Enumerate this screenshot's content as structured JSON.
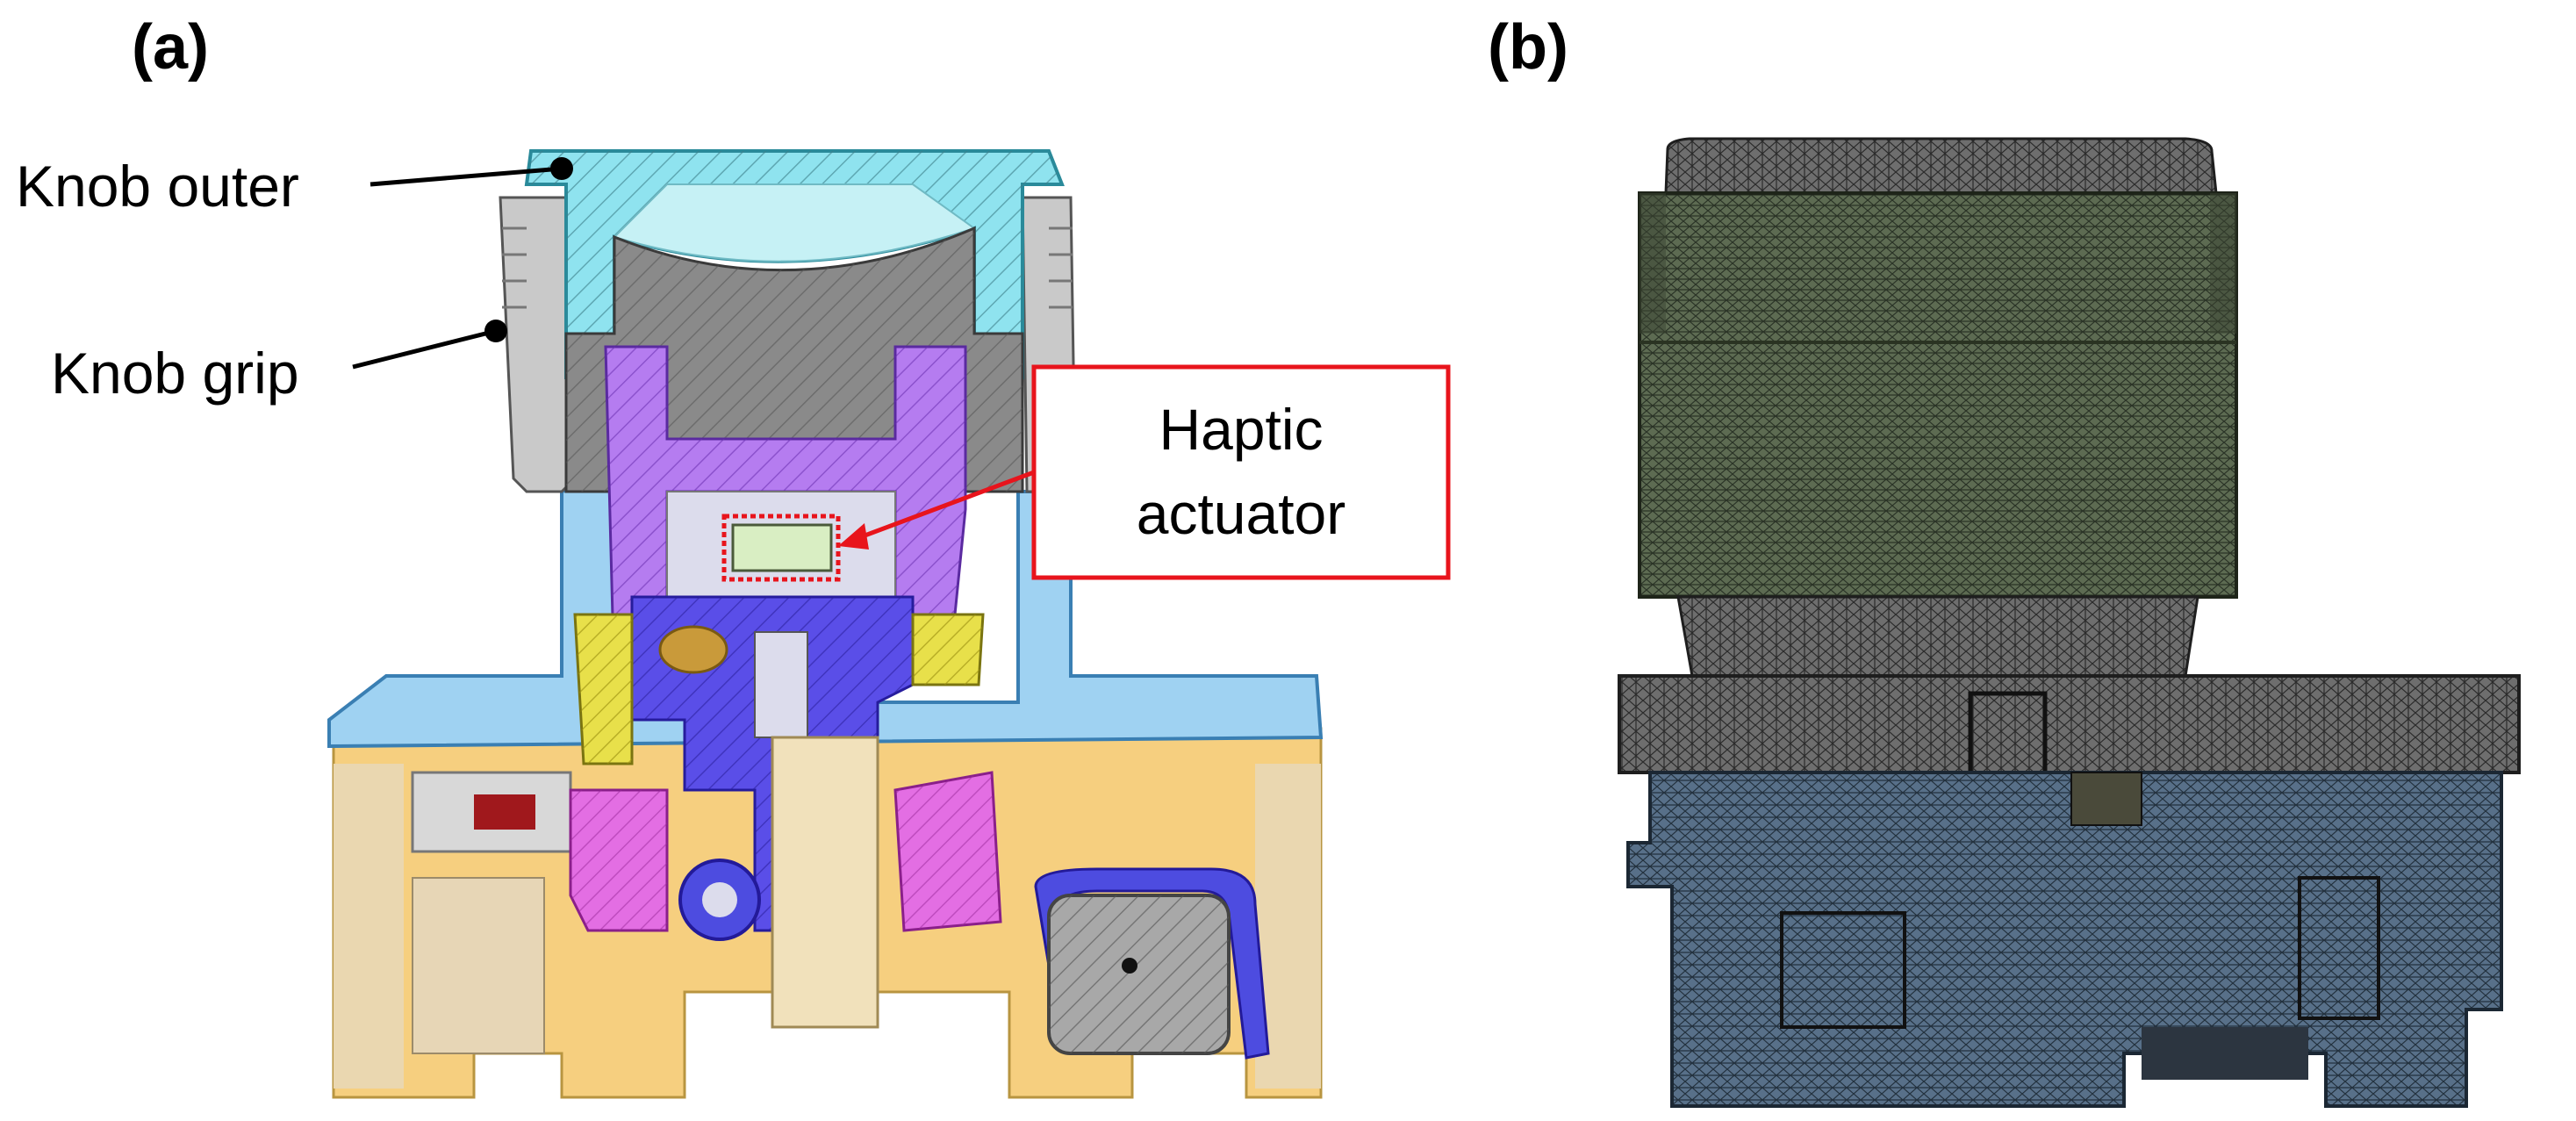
{
  "panels": {
    "a": {
      "label": "(a)"
    },
    "b": {
      "label": "(b)"
    }
  },
  "annotations": {
    "knob_outer": "Knob outer",
    "knob_grip": "Knob grip",
    "haptic_line1": "Haptic",
    "haptic_line2": "actuator"
  },
  "colors": {
    "knob_outer": "#8fe3ef",
    "knob_grip": "#c9c9c9",
    "core_dark": "#8a8a8a",
    "purple_part": "#b57cf0",
    "blue_part": "#5a4ee8",
    "yellow_part": "#e8e04a",
    "housing_blue": "#9fd2f2",
    "housing_orange": "#f6cf7f",
    "pink_part": "#e36ee3",
    "callout_red": "#e8141c",
    "mesh_top": "#4f5e45",
    "mesh_bottom": "#4a6079"
  }
}
